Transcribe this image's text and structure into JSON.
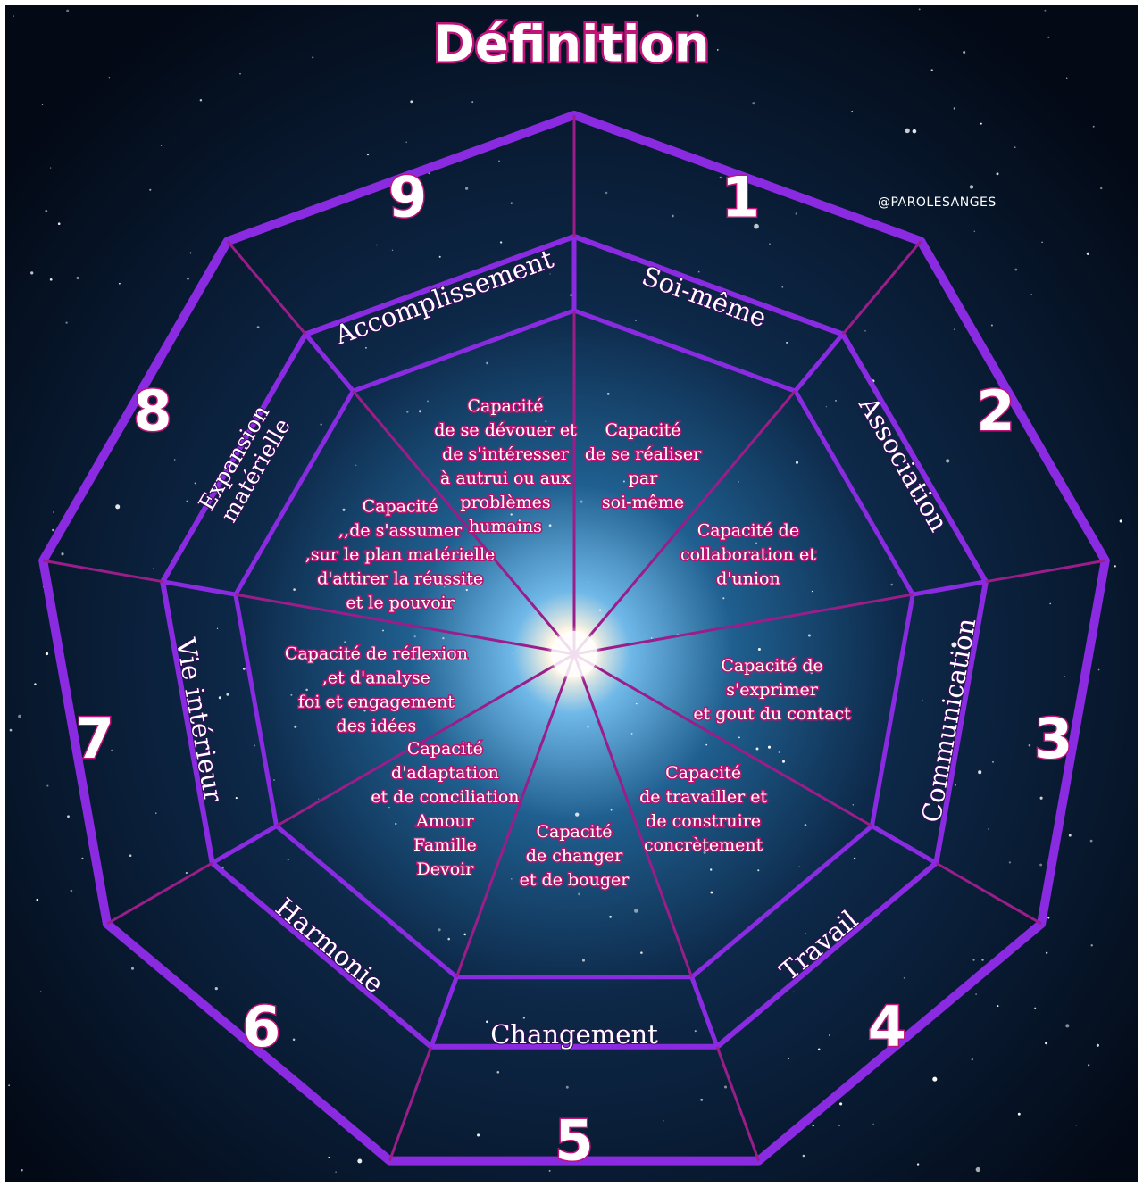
{
  "title": "Définition",
  "credit": "@PAROLESANGES",
  "colors": {
    "frame": "#8a2be2",
    "spoke": "#9b1d8a",
    "text_glow": "#c0147a",
    "space_dark": "#050d1f",
    "space_mid": "#12335a"
  },
  "sections": [
    {
      "number": "1",
      "label": "Soi-même",
      "description": [
        "Capacité",
        "de se réaliser",
        "par",
        "soi-même"
      ]
    },
    {
      "number": "2",
      "label": "Association",
      "description": [
        "Capacité de",
        "collaboration et",
        "d'union"
      ]
    },
    {
      "number": "3",
      "label": "Communication",
      "description": [
        "Capacité de",
        "s'exprimer",
        "et gout du contact"
      ]
    },
    {
      "number": "4",
      "label": "Travail",
      "description": [
        "Capacité",
        "de travailler et",
        "de construire",
        "concrètement"
      ]
    },
    {
      "number": "5",
      "label": "Changement",
      "description": [
        "Capacité",
        "de changer",
        "et de bouger"
      ]
    },
    {
      "number": "6",
      "label": "Harmonie",
      "description": [
        "Capacité",
        "d'adaptation",
        "et de conciliation",
        "Amour",
        "Famille",
        "Devoir"
      ]
    },
    {
      "number": "7",
      "label": "Vie intérieur",
      "description": [
        "Capacité de réflexion",
        ",et d'analyse",
        "foi et engagement",
        "des idées"
      ]
    },
    {
      "number": "8",
      "label": [
        "Expansion",
        "matérielle"
      ],
      "description": [
        "Capacité",
        ",,de s'assumer",
        ",sur le plan matérielle",
        "d'attirer la réussite",
        "et le pouvoir"
      ]
    },
    {
      "number": "9",
      "label": "Accomplissement",
      "description": [
        "Capacité",
        "de se dévouer et",
        "de s'intéresser",
        "à autrui ou aux",
        "problèmes",
        "humains"
      ]
    }
  ]
}
